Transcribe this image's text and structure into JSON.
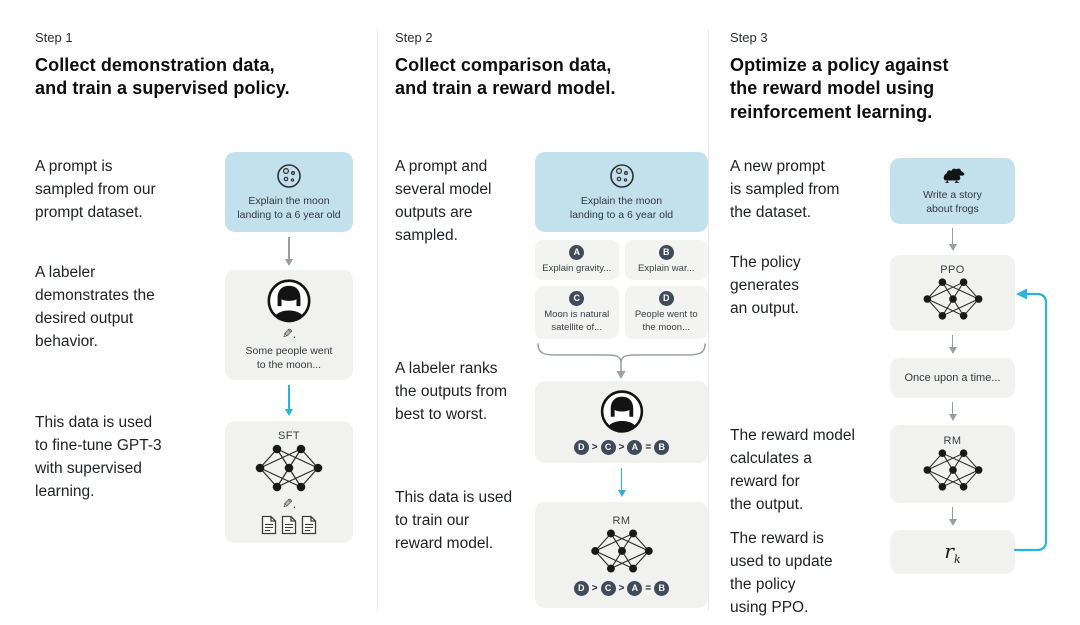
{
  "colors": {
    "prompt_box_blue": "#c3e1ec",
    "panel_gray": "#f1f1ef",
    "gray_arrow": "#979da5",
    "blue_arrow": "#2bb4d8",
    "rank_circle": "#3f4a5a"
  },
  "steps": [
    {
      "label": "Step 1",
      "title": "Collect demonstration data,\nand train a supervised policy.",
      "paragraphs": {
        "p1": "A prompt is\nsampled from our\nprompt dataset.",
        "p2": "A labeler\ndemonstrates the\ndesired output\nbehavior.",
        "p3": "This data is used\nto fine-tune GPT-3\nwith supervised\nlearning."
      },
      "diagram": {
        "prompt_caption": "Explain the moon\nlanding to a 6 year old",
        "labeler_caption": "Some people went\nto the moon...",
        "pencil": "✎",
        "pencil_dot": ".",
        "model_label": "SFT"
      }
    },
    {
      "label": "Step 2",
      "title": "Collect comparison data,\nand train a reward model.",
      "paragraphs": {
        "p1": "A prompt and\nseveral model\noutputs are\nsampled.",
        "p2": "A labeler ranks\nthe outputs from\nbest to worst.",
        "p3": "This data is used\nto train our\nreward model."
      },
      "diagram": {
        "prompt_caption": "Explain the moon\nlanding to a 6 year old",
        "outputs": [
          {
            "letter": "A",
            "caption": "Explain gravity..."
          },
          {
            "letter": "B",
            "caption": "Explain war..."
          },
          {
            "letter": "C",
            "caption": "Moon is natural\nsatellite of..."
          },
          {
            "letter": "D",
            "caption": "People went to\nthe moon..."
          }
        ],
        "ranking": [
          "D",
          ">",
          "C",
          ">",
          "A",
          "=",
          "B"
        ],
        "model_label": "RM"
      }
    },
    {
      "label": "Step 3",
      "title": "Optimize a policy against\nthe reward model using\nreinforcement learning.",
      "paragraphs": {
        "p1": "A new prompt\nis sampled from\nthe dataset.",
        "p2": "The policy\ngenerates\nan output.",
        "p3": "The reward model\ncalculates a\nreward for\nthe output.",
        "p4": "The reward is\nused to update\nthe policy\nusing PPO."
      },
      "diagram": {
        "prompt_caption": "Write a story\nabout frogs",
        "policy_label": "PPO",
        "output_caption": "Once upon a time...",
        "model_label": "RM",
        "reward_base": "r",
        "reward_sub": "k"
      }
    }
  ]
}
